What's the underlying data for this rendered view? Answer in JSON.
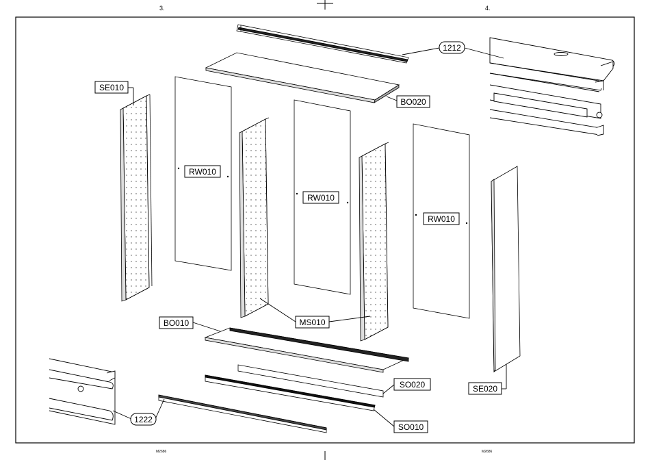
{
  "page_numbers": {
    "left": "3.",
    "right": "4."
  },
  "drawing_codes": {
    "left": "M2686",
    "right": "M2686"
  },
  "labels": {
    "rail_top": "1212",
    "top_board": "BO020",
    "side_left": "SE010",
    "rear_wall_1": "RW010",
    "rear_wall_2": "RW010",
    "rear_wall_3": "RW010",
    "bottom_board": "BO010",
    "middle_side": "MS010",
    "side_right": "SE020",
    "plinth_back": "SO020",
    "plinth_front": "SO010",
    "rail_bottom": "1222"
  }
}
